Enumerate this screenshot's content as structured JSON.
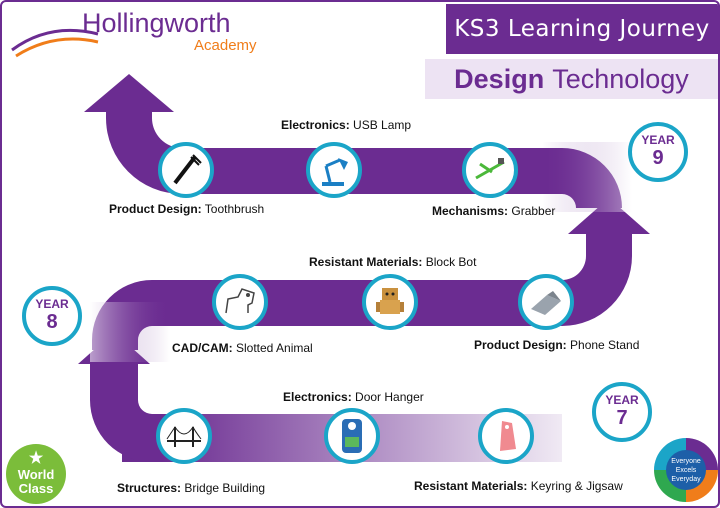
{
  "header": {
    "logo_main": "Hollingworth",
    "logo_sub": "Academy",
    "banner_title": "KS3 Learning Journey",
    "subject_word1": "Design",
    "subject_word2": "Technology"
  },
  "years": [
    {
      "label": "YEAR",
      "number": "9"
    },
    {
      "label": "YEAR",
      "number": "8"
    },
    {
      "label": "YEAR",
      "number": "7"
    }
  ],
  "steps": [
    {
      "category": "Product Design:",
      "project": "Toothbrush",
      "icon": "toothbrush-icon"
    },
    {
      "category": "Electronics:",
      "project": "USB Lamp",
      "icon": "desk-lamp-icon"
    },
    {
      "category": "Mechanisms:",
      "project": "Grabber",
      "icon": "grabber-icon"
    },
    {
      "category": "CAD/CAM:",
      "project": "Slotted Animal",
      "icon": "slotted-animal-icon"
    },
    {
      "category": "Resistant Materials:",
      "project": "Block Bot",
      "icon": "block-bot-icon"
    },
    {
      "category": "Product Design:",
      "project": "Phone Stand",
      "icon": "phone-stand-icon"
    },
    {
      "category": "Structures:",
      "project": "Bridge Building",
      "icon": "bridge-icon"
    },
    {
      "category": "Electronics:",
      "project": "Door Hanger",
      "icon": "door-hanger-icon"
    },
    {
      "category": "Resistant Materials:",
      "project": "Keyring & Jigsaw",
      "icon": "keyring-icon"
    }
  ],
  "badges": {
    "world_class_line1": "World",
    "world_class_line2": "Class",
    "values": [
      "Everyone",
      "Excels",
      "Everyday"
    ]
  },
  "colors": {
    "road": "#6b2c91",
    "ring": "#1ba5c8",
    "accent_orange": "#f07d1a"
  }
}
